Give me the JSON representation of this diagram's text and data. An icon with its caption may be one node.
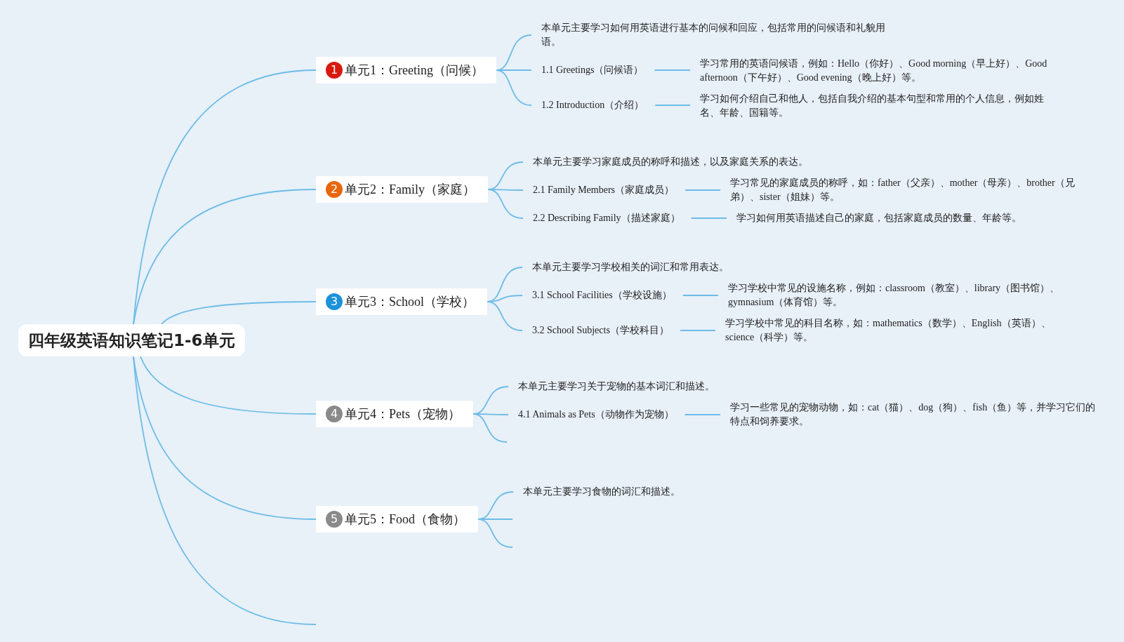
{
  "diagram": {
    "nodes": [
      {
        "text": [
          "四年级英语知识笔记1-6单元"
        ]
      },
      {
        "text": [
          "1",
          "单元1：Greeting（问候）"
        ]
      },
      {
        "text": [
          "本单元主要学习如何用英语进行基本的问候和回应，包括常用的问候语和礼貌用语。"
        ]
      },
      {
        "text": [
          "1.1 Greetings（问候语）"
        ]
      },
      {
        "text": [
          "学习常用的英语问候语，例如：Hello（你好）、Good morning（早上好）、Good afternoon（下午好）、Good evening（晚上好）等。"
        ]
      },
      {
        "text": [
          "1.2 Introduction（介绍）"
        ]
      },
      {
        "text": [
          "学习如何介绍自己和他人，包括自我介绍的基本句型和常用的个人信息，例如姓名、年龄、国籍等。"
        ]
      },
      {
        "text": [
          "2",
          "单元2：Family（家庭）"
        ]
      },
      {
        "text": [
          "本单元主要学习家庭成员的称呼和描述，以及家庭关系的表达。"
        ]
      },
      {
        "text": [
          "2.1 Family Members（家庭成员）"
        ]
      },
      {
        "text": [
          "学习常见的家庭成员的称呼，如：father（父亲）、mother（母亲）、brother（兄弟）、sister（姐妹）等。"
        ]
      },
      {
        "text": [
          "2.2 Describing Family（描述家庭）"
        ]
      },
      {
        "text": [
          "学习如何用英语描述自己的家庭，包括家庭成员的数量、年龄等。"
        ]
      },
      {
        "text": [
          "3",
          "单元3：School（学校）"
        ]
      },
      {
        "text": [
          "本单元主要学习学校相关的词汇和常用表达。"
        ]
      },
      {
        "text": [
          "3.1 School Facilities（学校设施）"
        ]
      },
      {
        "text": [
          "学习学校中常见的设施名称，例如：classroom（教室）、library（图书馆）、gymnasium（体育馆）等。"
        ]
      },
      {
        "text": [
          "3.2 School Subjects（学校科目）"
        ]
      },
      {
        "text": [
          "学习学校中常见的科目名称，如：mathematics（数学）、English（英语）、science（科学）等。"
        ]
      },
      {
        "text": [
          "4",
          "单元4：Pets（宠物）"
        ]
      },
      {
        "text": [
          "本单元主要学习关于宠物的基本词汇和描述。"
        ]
      },
      {
        "text": [
          "4.1 Animals as Pets（动物作为宠物）"
        ]
      },
      {
        "text": [
          "学习一些常见的宠物动物，如：cat（猫）、dog（狗）、fish（鱼）等，并学习它们的特点和饲养要求。"
        ]
      },
      {
        "text": [
          "5",
          "单元5：Food（食物）"
        ]
      },
      {
        "text": [
          "本单元主要学习食物的词汇和描述。"
        ]
      }
    ],
    "edges": [
      {
        "from": 0,
        "to": 1,
        "arrow": "none"
      },
      {
        "from": 0,
        "to": 7,
        "arrow": "none"
      },
      {
        "from": 0,
        "to": 13,
        "arrow": "none"
      },
      {
        "from": 0,
        "to": 19,
        "arrow": "none"
      },
      {
        "from": 0,
        "to": 23,
        "arrow": "none"
      },
      {
        "from": 0,
        "to": null,
        "arrow": "none"
      },
      {
        "from": 1,
        "to": 2,
        "arrow": "none"
      },
      {
        "from": 1,
        "to": 3,
        "arrow": "none"
      },
      {
        "from": 1,
        "to": 5,
        "arrow": "none"
      },
      {
        "from": 3,
        "to": 4,
        "arrow": "none"
      },
      {
        "from": 5,
        "to": 6,
        "arrow": "none"
      },
      {
        "from": 7,
        "to": 8,
        "arrow": "none"
      },
      {
        "from": 7,
        "to": 9,
        "arrow": "none"
      },
      {
        "from": 7,
        "to": 11,
        "arrow": "none"
      },
      {
        "from": 9,
        "to": 10,
        "arrow": "none"
      },
      {
        "from": 11,
        "to": 12,
        "arrow": "none"
      },
      {
        "from": 13,
        "to": 14,
        "arrow": "none"
      },
      {
        "from": 13,
        "to": 15,
        "arrow": "none"
      },
      {
        "from": 13,
        "to": 17,
        "arrow": "none"
      },
      {
        "from": 15,
        "to": 16,
        "arrow": "none"
      },
      {
        "from": 17,
        "to": 18,
        "arrow": "none"
      },
      {
        "from": 19,
        "to": 20,
        "arrow": "none"
      },
      {
        "from": 19,
        "to": 21,
        "arrow": "none"
      },
      {
        "from": 19,
        "to": null,
        "arrow": "none"
      },
      {
        "from": 21,
        "to": 22,
        "arrow": "none"
      },
      {
        "from": 23,
        "to": 24,
        "arrow": "none"
      },
      {
        "from": 23,
        "to": null,
        "arrow": "none"
      },
      {
        "from": 23,
        "to": null,
        "arrow": "none"
      }
    ]
  }
}
